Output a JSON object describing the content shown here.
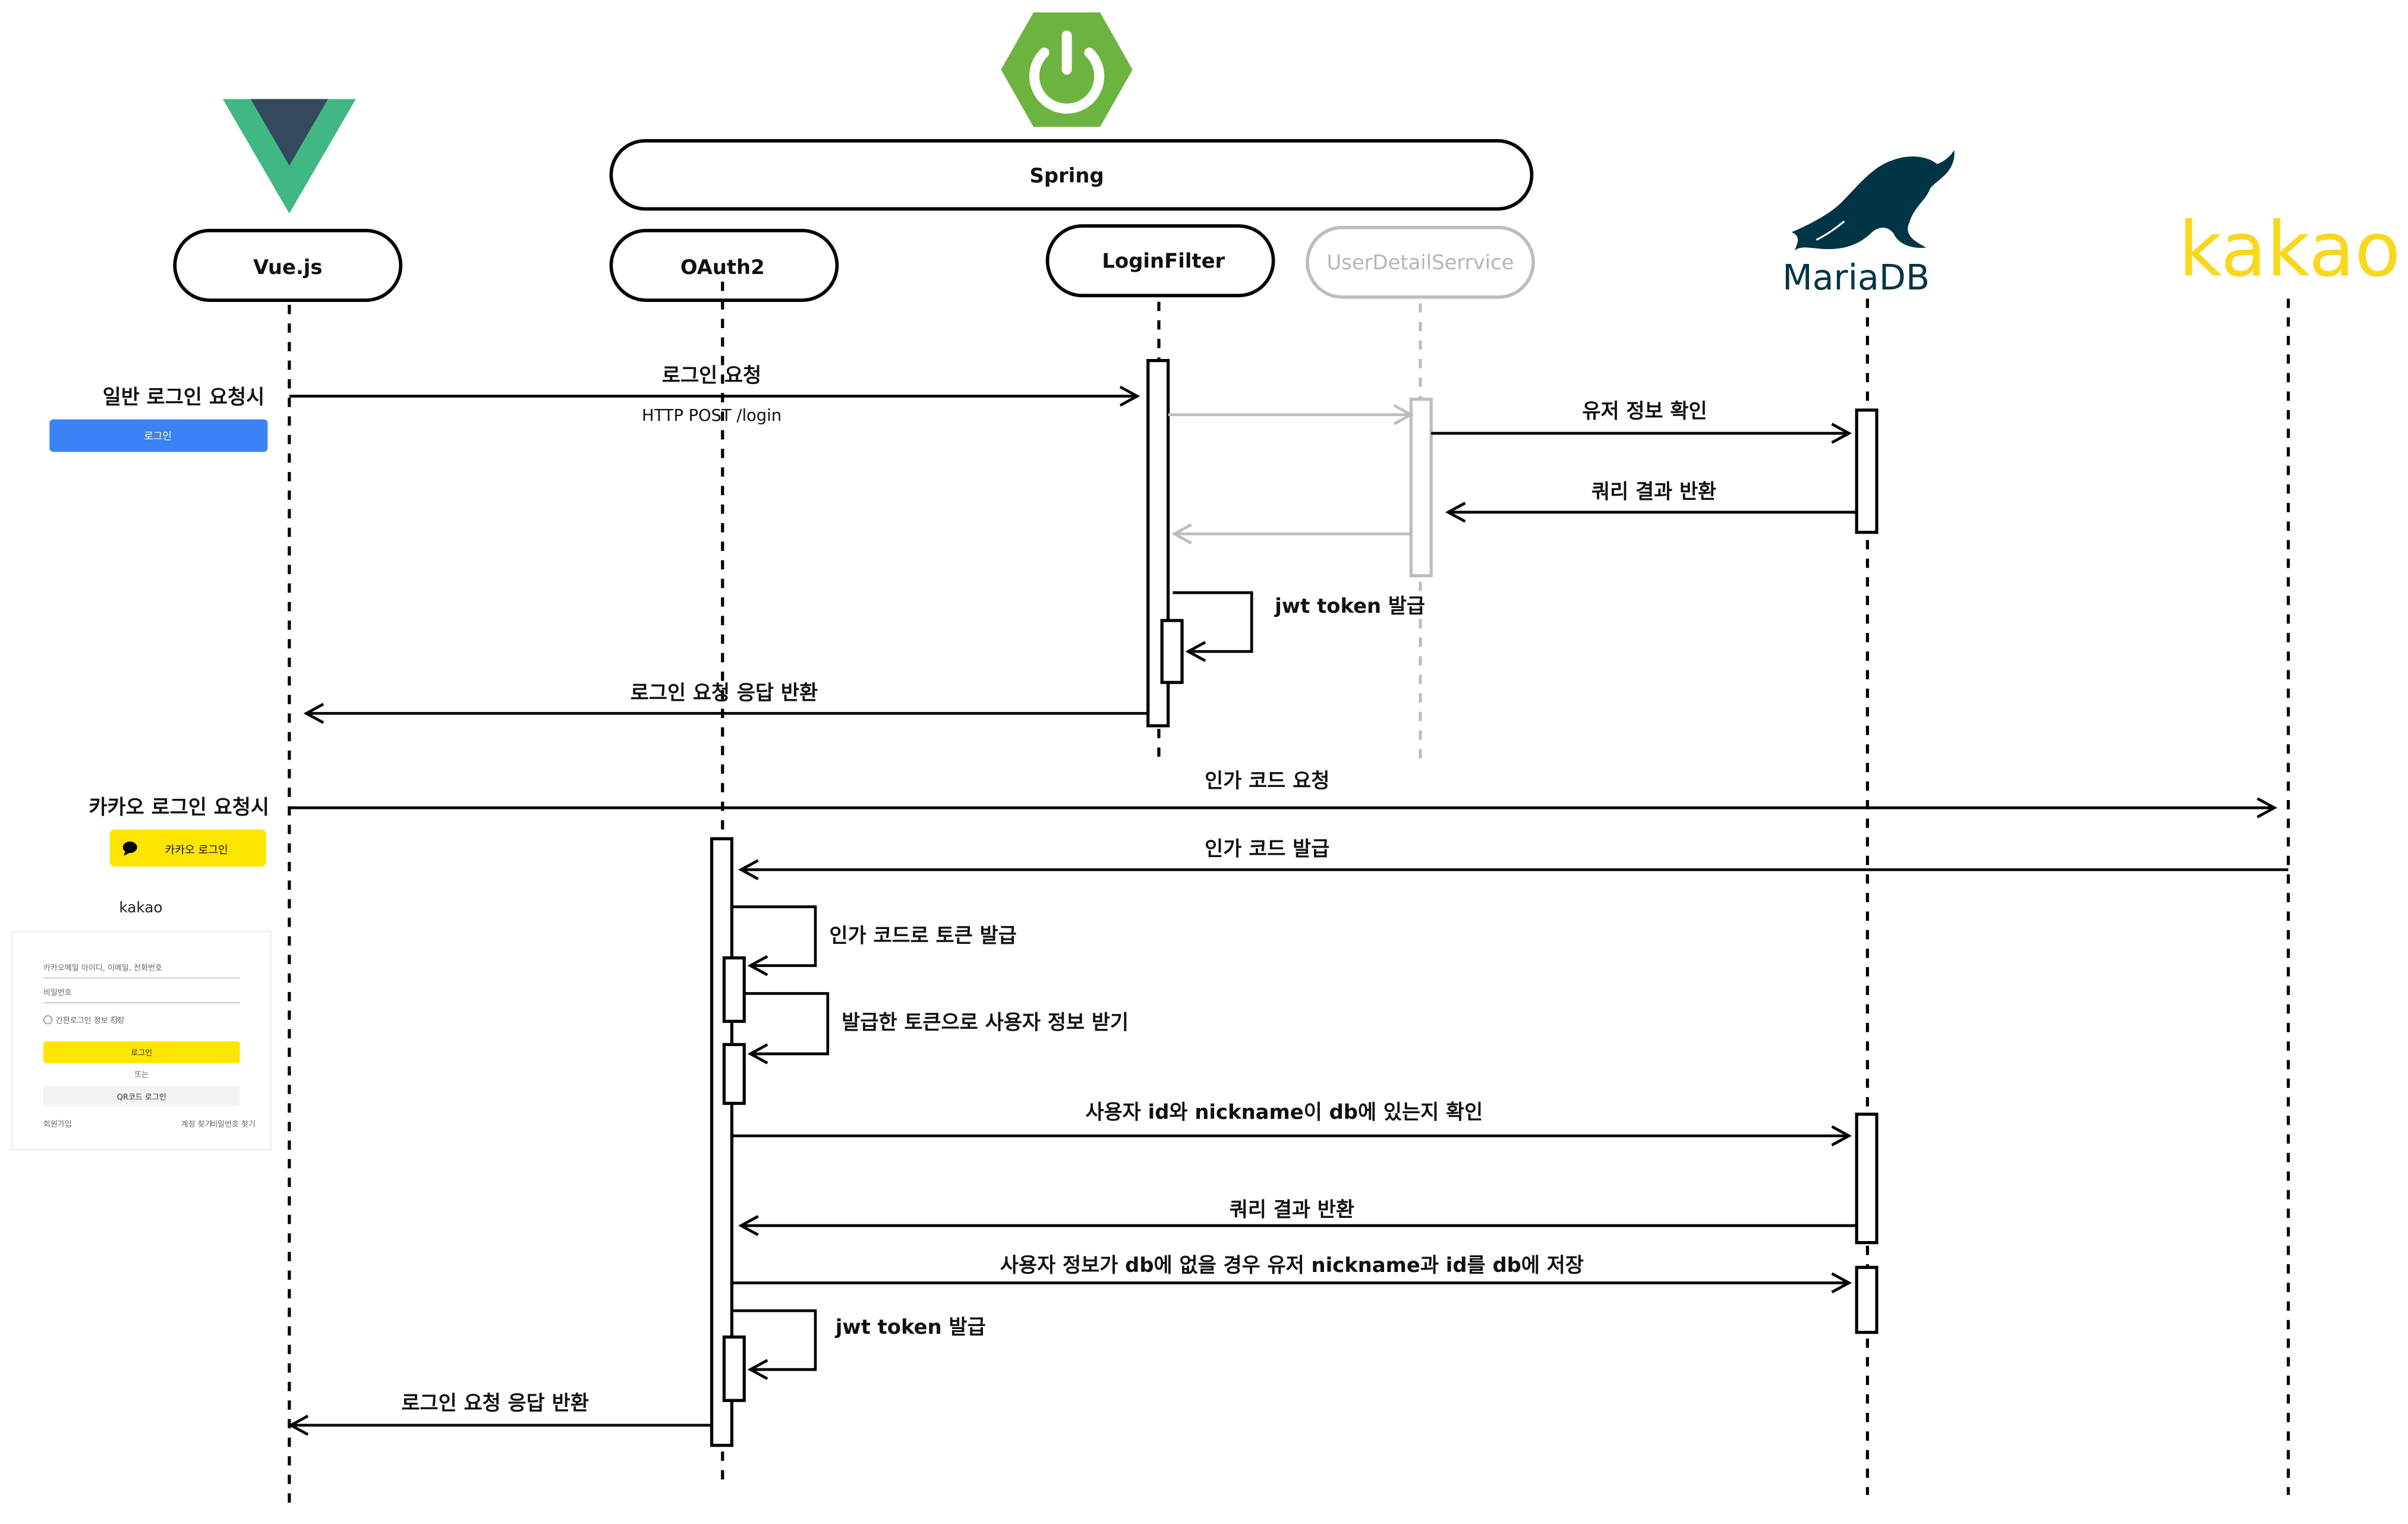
{
  "participants": {
    "vue": "Vue.js",
    "spring": "Spring",
    "oauth2": "OAuth2",
    "login_filter": "LoginFilter",
    "user_detail_service": "UserDetailSerrvice",
    "mariadb": "MariaDB",
    "kakao": "kakao"
  },
  "left_panel": {
    "normal_login_title": "일반 로그인 요청시",
    "normal_login_button": "로그인",
    "kakao_login_title": "카카오 로그인 요청시",
    "kakao_login_button": "카카오 로그인",
    "kakao_form": {
      "brand": "kakao",
      "id_placeholder": "카카오메일 아이디, 이메일, 전화번호",
      "password_placeholder": "비밀번호",
      "keep_login_label": "간편로그인 정보 저장",
      "login_button": "로그인",
      "or_label": "또는",
      "qr_button": "QR코드 로그인",
      "signup": "회원가입",
      "find_account": "계정 찾기",
      "reset_password": "비밀번호 찾기"
    }
  },
  "messages": {
    "m1": "로그인 요청",
    "m1_sub": "HTTP POST /login",
    "m2": "유저 정보 확인",
    "m3": "쿼리 결과 반환",
    "m4": "jwt token 발급",
    "m5": "로그인 요청 응답 반환",
    "m6": "인가 코드 요청",
    "m7": "인가 코드 발급",
    "m8": "인가 코드로 토큰 발급",
    "m9": "발급한 토큰으로 사용자 정보 받기",
    "m10": "사용자 id와 nickname이 db에 있는지 확인",
    "m11": "쿼리 결과 반환",
    "m12": "사용자 정보가 db에 없을 경우 유저 nickname과 id를 db에 저장",
    "m13": "jwt token 발급",
    "m14": "로그인 요청 응답 반환"
  },
  "colors": {
    "spring_green": "#6db33f",
    "vue_green": "#41b883",
    "vue_dark": "#34495e",
    "mariadb_teal": "#003545",
    "kakao_yellow": "#f9d71c",
    "login_blue": "#3b82f6",
    "kakao_button_yellow": "#fee500",
    "muted_gray": "#bdbdbd"
  }
}
